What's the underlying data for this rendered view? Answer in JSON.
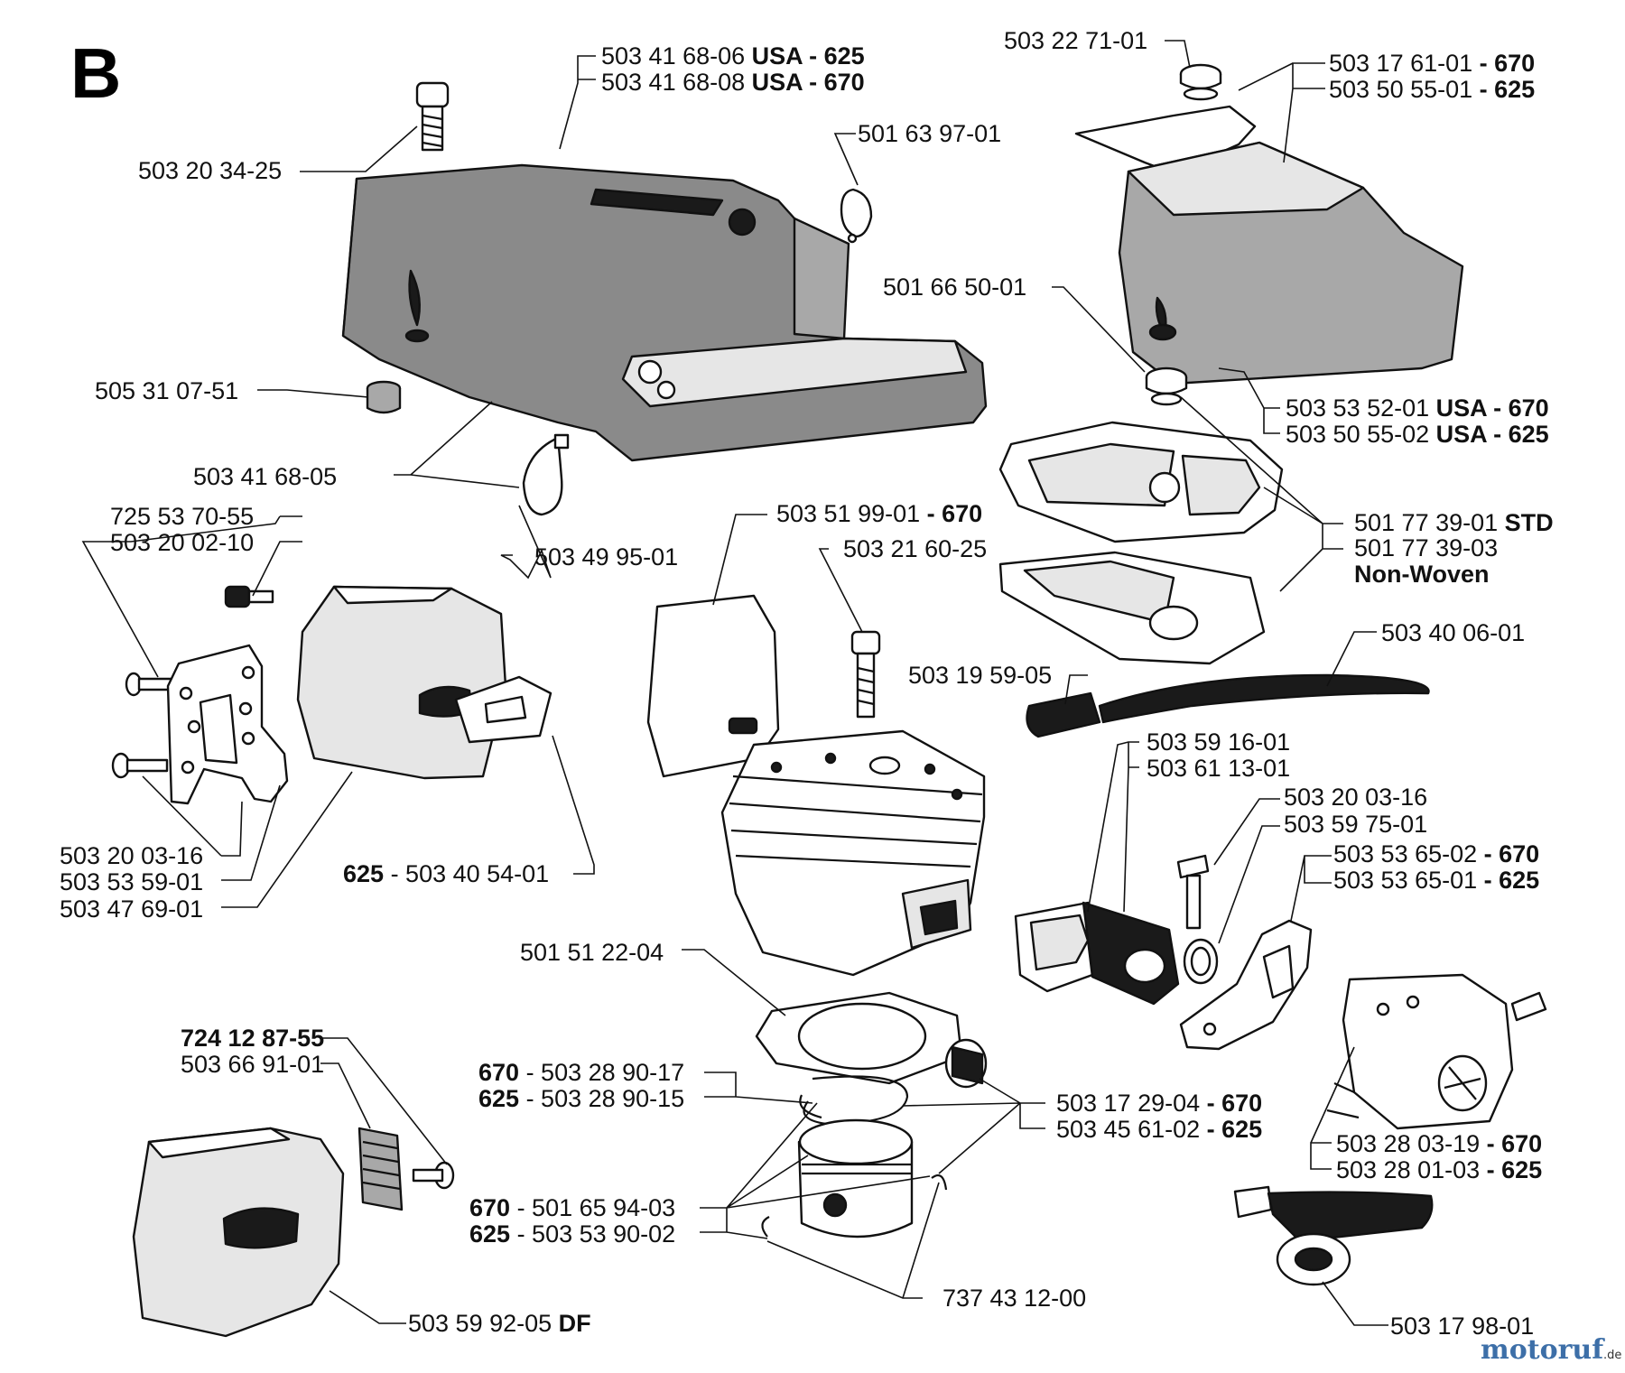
{
  "section_letter": "B",
  "labels": [
    {
      "id": "cover-1",
      "parts": [
        {
          "t": "503 41 68-06 "
        },
        {
          "t": "USA - 625",
          "b": true
        }
      ]
    },
    {
      "id": "cover-2",
      "parts": [
        {
          "t": "503 41 68-08 "
        },
        {
          "t": "USA - 670",
          "b": true
        }
      ]
    },
    {
      "id": "screw-top",
      "parts": [
        {
          "t": "503 20 34-25"
        }
      ]
    },
    {
      "id": "plug",
      "parts": [
        {
          "t": "501 63 97-01"
        }
      ]
    },
    {
      "id": "knob-top",
      "parts": [
        {
          "t": "503 22 71-01"
        }
      ]
    },
    {
      "id": "filter-cover-1",
      "parts": [
        {
          "t": "503 17 61-01 "
        },
        {
          "t": "- 670",
          "b": true
        }
      ]
    },
    {
      "id": "filter-cover-2",
      "parts": [
        {
          "t": "503 50 55-01 "
        },
        {
          "t": "- 625",
          "b": true
        }
      ]
    },
    {
      "id": "knob-filter",
      "parts": [
        {
          "t": "501 66 50-01"
        }
      ]
    },
    {
      "id": "sleeve",
      "parts": [
        {
          "t": "505 31 07-51"
        }
      ]
    },
    {
      "id": "cover-assembly",
      "parts": [
        {
          "t": "503 41 68-05"
        }
      ]
    },
    {
      "id": "filter-lower-1",
      "parts": [
        {
          "t": "503 53 52-01 "
        },
        {
          "t": "USA - 670",
          "b": true
        }
      ]
    },
    {
      "id": "filter-lower-2",
      "parts": [
        {
          "t": "503 50 55-02 "
        },
        {
          "t": "USA - 625",
          "b": true
        }
      ]
    },
    {
      "id": "air-filter-1",
      "parts": [
        {
          "t": "501 77 39-01 "
        },
        {
          "t": "STD",
          "b": true
        }
      ]
    },
    {
      "id": "air-filter-2",
      "parts": [
        {
          "t": "501 77 39-03"
        }
      ]
    },
    {
      "id": "air-filter-3",
      "parts": [
        {
          "t": "Non-Woven",
          "b": true
        }
      ]
    },
    {
      "id": "screw-a",
      "parts": [
        {
          "t": "725 53 70-55"
        }
      ]
    },
    {
      "id": "screw-b",
      "parts": [
        {
          "t": "503 20 02-10"
        }
      ]
    },
    {
      "id": "clip",
      "parts": [
        {
          "t": "503 49 95-01"
        }
      ]
    },
    {
      "id": "shield",
      "parts": [
        {
          "t": "503 51 99-01 "
        },
        {
          "t": "- 670",
          "b": true
        }
      ]
    },
    {
      "id": "cyl-screw",
      "parts": [
        {
          "t": "503 21 60-25"
        }
      ]
    },
    {
      "id": "fuel-hose",
      "parts": [
        {
          "t": "503 40 06-01"
        }
      ]
    },
    {
      "id": "fuel-filter",
      "parts": [
        {
          "t": "503 19 59-05"
        }
      ]
    },
    {
      "id": "intake-1",
      "parts": [
        {
          "t": "503 59 16-01"
        }
      ]
    },
    {
      "id": "intake-2",
      "parts": [
        {
          "t": "503 61 13-01"
        }
      ]
    },
    {
      "id": "intake-screw",
      "parts": [
        {
          "t": "503 20 03-16"
        }
      ]
    },
    {
      "id": "intake-ring",
      "parts": [
        {
          "t": "503 59 75-01"
        }
      ]
    },
    {
      "id": "carb-plate-1",
      "parts": [
        {
          "t": "503 53 65-02 "
        },
        {
          "t": "- 670",
          "b": true
        }
      ]
    },
    {
      "id": "carb-plate-2",
      "parts": [
        {
          "t": "503 53 65-01 "
        },
        {
          "t": "- 625",
          "b": true
        }
      ]
    },
    {
      "id": "bracket-screw",
      "parts": [
        {
          "t": "503 20 03-16"
        }
      ]
    },
    {
      "id": "bracket",
      "parts": [
        {
          "t": "503 53 59-01"
        }
      ]
    },
    {
      "id": "muffler",
      "parts": [
        {
          "t": "503 47 69-01"
        }
      ]
    },
    {
      "id": "muffler-gasket",
      "parts": [
        {
          "t": "625",
          "b": true
        },
        {
          "t": " - 503 40 54-01"
        }
      ]
    },
    {
      "id": "base-gasket",
      "parts": [
        {
          "t": "501 51 22-04"
        }
      ]
    },
    {
      "id": "ring-670",
      "parts": [
        {
          "t": "670",
          "b": true
        },
        {
          "t": " - 503 28 90-17"
        }
      ]
    },
    {
      "id": "ring-625",
      "parts": [
        {
          "t": "625",
          "b": true
        },
        {
          "t": " - 503 28 90-15"
        }
      ]
    },
    {
      "id": "bearing-670",
      "parts": [
        {
          "t": "503 17 29-04 "
        },
        {
          "t": "- 670",
          "b": true
        }
      ]
    },
    {
      "id": "bearing-625",
      "parts": [
        {
          "t": "503 45 61-02 "
        },
        {
          "t": "- 625",
          "b": true
        }
      ]
    },
    {
      "id": "screen-screw",
      "parts": [
        {
          "t": "724 12 87-55",
          "b": true
        }
      ]
    },
    {
      "id": "screen",
      "parts": [
        {
          "t": "503 66 91-01"
        }
      ]
    },
    {
      "id": "piston-670",
      "parts": [
        {
          "t": "670",
          "b": true
        },
        {
          "t": " - 501 65 94-03"
        }
      ]
    },
    {
      "id": "piston-625",
      "parts": [
        {
          "t": "625",
          "b": true
        },
        {
          "t": " - 503 53 90-02"
        }
      ]
    },
    {
      "id": "carb-670",
      "parts": [
        {
          "t": "503 28 03-19 "
        },
        {
          "t": "- 670",
          "b": true
        }
      ]
    },
    {
      "id": "carb-625",
      "parts": [
        {
          "t": "503 28 01-03 "
        },
        {
          "t": "- 625",
          "b": true
        }
      ]
    },
    {
      "id": "circlip",
      "parts": [
        {
          "t": "737 43 12-00"
        }
      ]
    },
    {
      "id": "muffler-df",
      "parts": [
        {
          "t": "503 59 92-05 "
        },
        {
          "t": "DF",
          "b": true
        }
      ]
    },
    {
      "id": "tool",
      "parts": [
        {
          "t": "503 17 98-01"
        }
      ]
    }
  ],
  "watermark": {
    "main": "motoruf",
    "suffix": ".de"
  }
}
